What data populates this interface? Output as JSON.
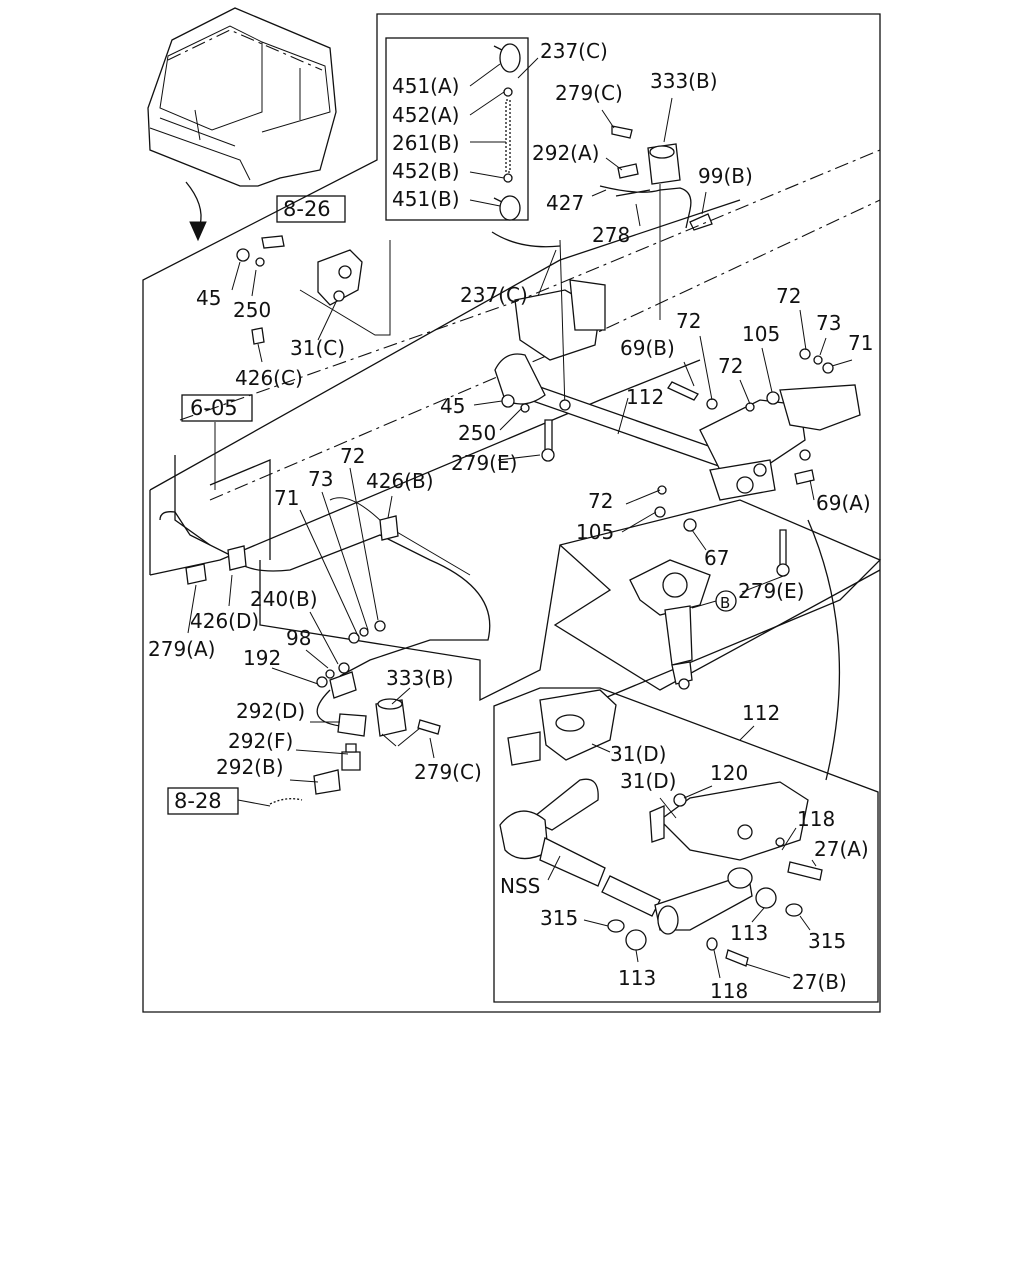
{
  "callouts": {
    "c237c_top": "237(C)",
    "c451a": "451(A)",
    "c452a": "452(A)",
    "c261b": "261(B)",
    "c452b": "452(B)",
    "c451b": "451(B)",
    "c279c_top": "279(C)",
    "c333b_top": "333(B)",
    "c292a": "292(A)",
    "c427": "427",
    "c278": "278",
    "c99b": "99(B)",
    "c237c_mid": "237(C)",
    "c45_top": "45",
    "c250_top": "250",
    "c31c": "31(C)",
    "c426c": "426(C)",
    "c72_a": "72",
    "c73_a": "73",
    "c71_a": "71",
    "c105_a": "105",
    "c72_b": "72",
    "c69b": "69(B)",
    "c72_c": "72",
    "c112_top": "112",
    "c45_mid": "45",
    "c250_mid": "250",
    "c279e_left": "279(E)",
    "c72_d": "72",
    "c105_b": "105",
    "c69a": "69(A)",
    "c67": "67",
    "c279e_right": "279(E)",
    "c72_e": "72",
    "c73_b": "73",
    "c426b": "426(B)",
    "c71_b": "71",
    "c240b": "240(B)",
    "c426d": "426(D)",
    "c279a": "279(A)",
    "c98": "98",
    "c192": "192",
    "c333b_bot": "333(B)",
    "c292d": "292(D)",
    "c292f": "292(F)",
    "c292b": "292(B)",
    "c279c_bot": "279(C)",
    "c112_inset": "112",
    "c31d_a": "31(D)",
    "c31d_b": "31(D)",
    "c120": "120",
    "c118_a": "118",
    "c27a": "27(A)",
    "c nss": "NSS",
    "c315_a": "315",
    "c113_a": "113",
    "c315_b": "315",
    "c113_b": "113",
    "c118_b": "118",
    "c27b": "27(B)",
    "circle_b": "B"
  },
  "refs": {
    "ref_826": "8-26",
    "ref_605": "6-05",
    "ref_828": "8-28"
  }
}
